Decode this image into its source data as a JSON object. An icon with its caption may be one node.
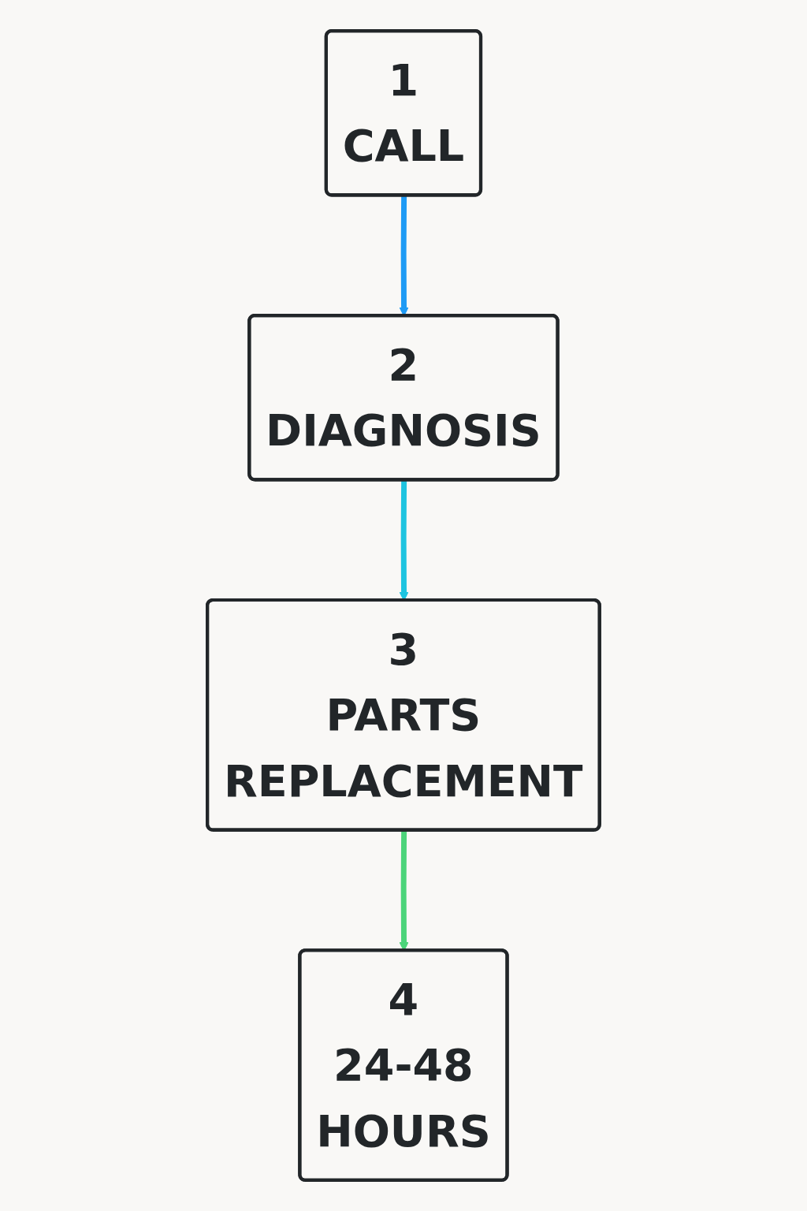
{
  "diagram": {
    "nodes": [
      {
        "text": [
          "1",
          "CALL"
        ]
      },
      {
        "text": [
          "2",
          "DIAGNOSIS"
        ]
      },
      {
        "text": [
          "3",
          "PARTS",
          "REPLACEMENT"
        ]
      },
      {
        "text": [
          "4",
          "24-48",
          "HOURS"
        ]
      }
    ],
    "edges": [
      {
        "from": 0,
        "to": 1,
        "arrow": "to",
        "color": "#1e9bf5"
      },
      {
        "from": 1,
        "to": 2,
        "arrow": "to",
        "color": "#1ec4e0"
      },
      {
        "from": 2,
        "to": 3,
        "arrow": "to",
        "color": "#4cd47a"
      }
    ]
  }
}
